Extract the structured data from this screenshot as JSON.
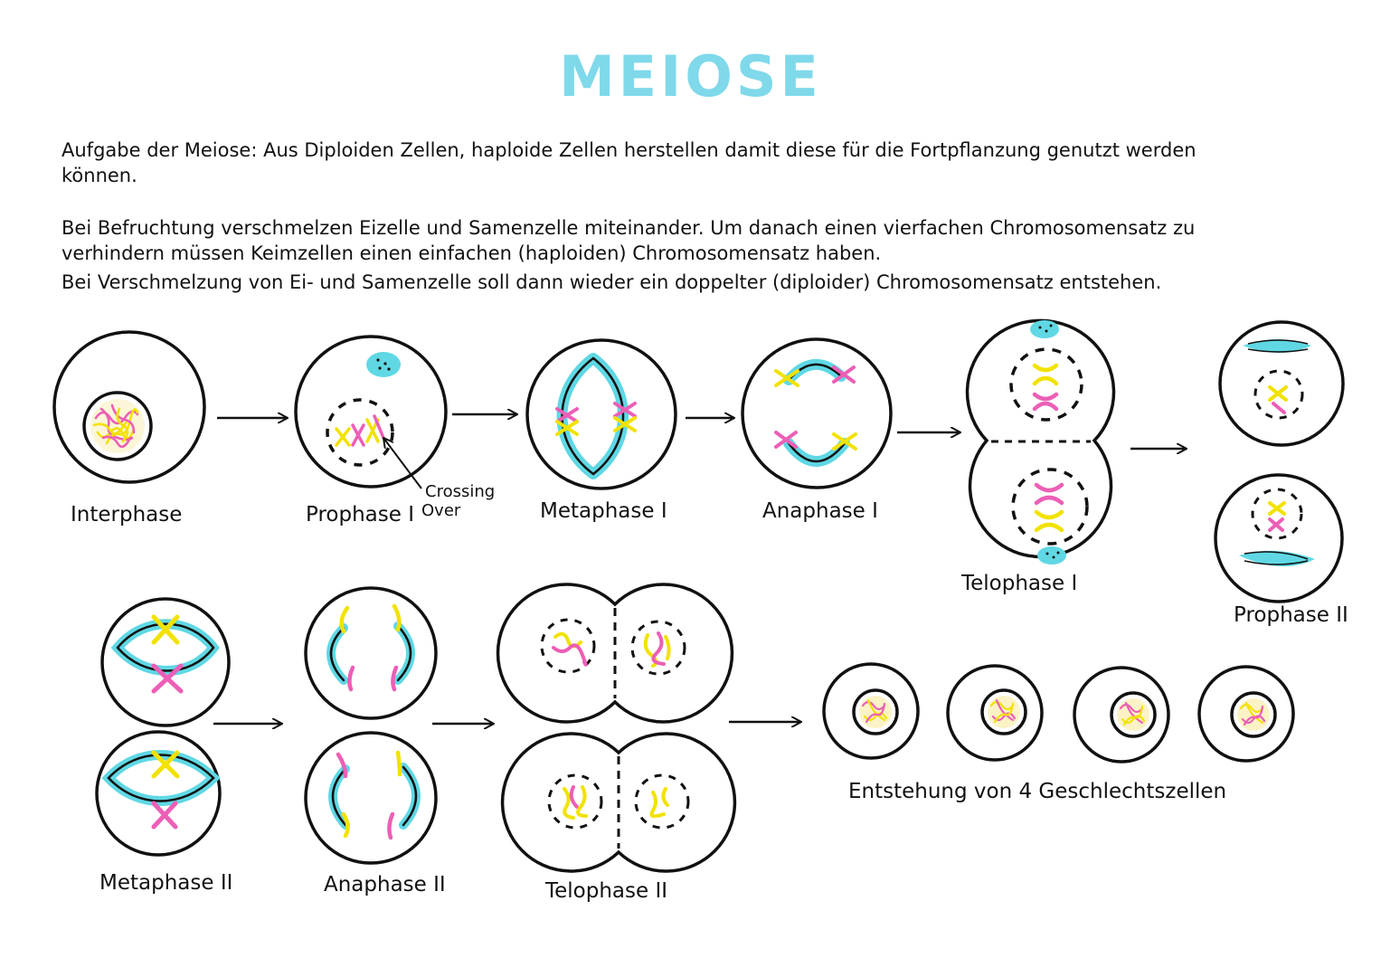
{
  "title": "MEIOSE",
  "intro": {
    "line1": "Aufgabe der Meiose:   Aus Diploiden Zellen, haploide Zellen herstellen damit diese für die Fortpflanzung genutzt werden",
    "line2": "können.",
    "line3": "Bei Befruchtung verschmelzen Eizelle und Samenzelle miteinander. Um danach einen vierfachen Chromosomensatz zu",
    "line4": "verhindern müssen Keimzellen einen einfachen (haploiden)  Chromosomensatz haben.",
    "line5": "Bei Verschmelzung von Ei- und Samenzelle soll dann wieder ein doppelter  (diploider)  Chromosomensatz entstehen."
  },
  "labels": {
    "interphase": "Interphase",
    "prophase1": "Prophase I",
    "crossing": "Crossing",
    "over": "Over",
    "metaphase1": "Metaphase I",
    "anaphase1": "Anaphase I",
    "telophase1": "Telophase I",
    "prophase2": "Prophase II",
    "metaphase2": "Metaphase II",
    "anaphase2": "Anaphase II",
    "telophase2": "Telophase II",
    "result": "Entstehung von 4 Geschlechtszellen"
  },
  "colors": {
    "title": "#7fd9ea",
    "spindle": "#5fd8e4",
    "chromosome_pink": "#ec5fb6",
    "chromosome_yellow": "#f2e200",
    "outline": "#111111"
  }
}
